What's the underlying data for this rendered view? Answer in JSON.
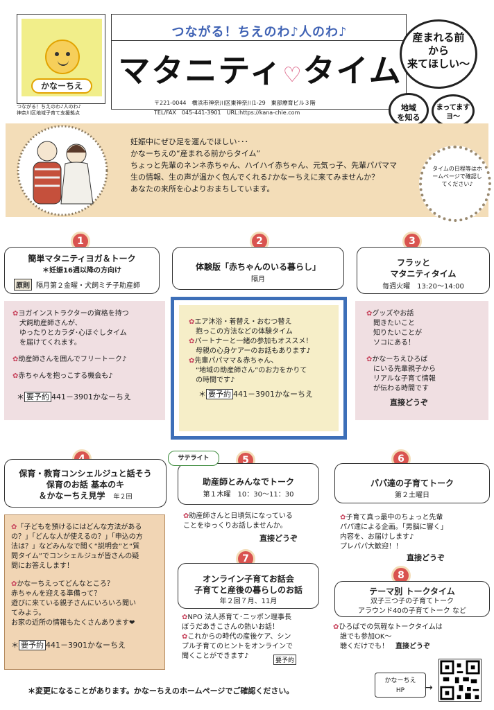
{
  "logo": {
    "name": "かなーちえ",
    "tagline": "つながる！ちえのわ♪人のわ♪",
    "org": "神奈川区地域子育て支援拠点"
  },
  "header": {
    "slogan": "つながる！ちえのわ♪人のわ♪",
    "title_a": "マタニティ",
    "heart": "♡",
    "title_b": "タイム",
    "address": "〒221-0044　横浜市神奈川区東神奈川1-29　東部療育ビル３階",
    "contact": "TEL/FAX　045-441-3901　URL:https://kana-chie.com",
    "circle_big": [
      "産まれる前",
      "から",
      "来てほしい～"
    ],
    "circle_small_1": [
      "地域",
      "を知る"
    ],
    "circle_small_2": [
      "まってます",
      "ヨ～"
    ]
  },
  "intro": {
    "lines": [
      "妊娠中にぜひ足を運んでほしい･･･",
      "かなーちえの“産まれる前からタイム”",
      "ちょっと先輩のネンネ赤ちゃん、ハイハイ赤ちゃん、元気っ子、先輩パパママ",
      "生の情報、生の声が温かく包んでくれる♪かなーちえに来てみませんか？",
      "あなたの来所を心よりおまちしています。"
    ],
    "note": "タイムの日程等はホームページで確認してください♪"
  },
  "cards": {
    "c1": {
      "num": "1",
      "title": "簡単マタニティヨガ＆トーク",
      "note": "＊妊娠16週以降の方向け",
      "tag": "原則",
      "meta": "隔月第２金曜・犬飼ミチ子助産師",
      "items": [
        "ヨガインストラクターの資格を持つ",
        "犬飼助産師さんが、",
        "ゆったりとカラダ･心ほぐしタイム",
        "を届けてくれます。",
        "",
        "助産師さんを囲んでフリートーク♪",
        "",
        "赤ちゃんを抱っこする機会も♪"
      ],
      "resv_prefix": "＊",
      "resv_tag": "要予約",
      "resv_text": "441－3901かなーちえ"
    },
    "c2": {
      "num": "2",
      "title": "体験版「赤ちゃんのいる暮らし」",
      "sub": "隔月",
      "items": [
        "エア沐浴・着替え・おむつ替え",
        "抱っこの方法などの体験タイム",
        "パートナーと一緒の参加もオススメ！",
        "母親の心身ケアーのお話もあります♪",
        "先輩パパママ＆赤ちゃん、",
        "“地域の助産師さん”のお力をかりて",
        "の時間です♪"
      ],
      "resv_prefix": "＊",
      "resv_tag": "要予約",
      "resv_text": "441－3901かなーちえ"
    },
    "c3": {
      "num": "3",
      "title_1": "フラッと",
      "title_2": "マタニティタイム",
      "sub": "毎週火曜　13:20～14:00",
      "items": [
        "グッズやお話",
        "聞きたいこと",
        "知りたいことが",
        "ソコにある！",
        "",
        "かなーちえひろば",
        "にいる先輩親子から",
        "リアルな子育て情報",
        "が伝わる時間です"
      ],
      "direct": "直接どうぞ"
    },
    "c4": {
      "num": "4",
      "title_1": "保育・教育コンシェルジュと話そう",
      "title_2": "保育のお話 基本のキ",
      "title_3": "＆かなーちえ見学",
      "freq": "年２回",
      "items": [
        "「子どもを預けるにはどんな方法がある",
        "の？」「どんな人が使えるの？」「申込の方",
        "法は？」などみんなで聞く“説明会”と“質",
        "問タイム”でコンシェルジュが皆さんの疑",
        "問にお答えします！",
        "",
        "かなーちえってどんなところ？",
        "赤ちゃんを迎える準備って？",
        "遊びに来ている親子さんにいろいろ聞い",
        "てみよう。",
        "お家の近所の情報もたくさんあります❤"
      ],
      "resv_prefix": "＊",
      "resv_tag": "要予約",
      "resv_text": "441－3901かなーちえ"
    },
    "c5": {
      "num": "5",
      "satellite": "サテライト",
      "title": "助産師とみんなでトーク",
      "sub": "第１木曜　10：30～11：30",
      "items": [
        "助産師さんと日頃気になっている",
        "ことをゆっくりお話しませんか。"
      ],
      "direct": "直接どうぞ"
    },
    "c6": {
      "num": "6",
      "title": "パパ達の子育てトーク",
      "sub": "第２土曜日",
      "items": [
        "子育て真っ最中のちょっと先輩",
        "パパ達による企画。「男脳に響く」",
        "内容を、お届けします♪",
        "プレパパ大歓迎！！"
      ],
      "direct": "直接どうぞ"
    },
    "c7": {
      "num": "7",
      "title_1": "オンライン子育てお話会",
      "title_2": "子育てと産後の暮らしのお話",
      "sub": "年２回７月、11月",
      "items": [
        "NPO 法人孫育て･ニッポン理事長",
        "ぼうだあきこさんの熱いお話！",
        "これからの時代の産後ケア、シン",
        "プル子育てのヒントをオンラインで",
        "聞くことができます♪"
      ],
      "resv": "要予約"
    },
    "c8": {
      "num": "8",
      "title": "テーマ別 トークタイム",
      "line_1": "双子三つ子の子育てトーク",
      "line_2": "アラウンド40の子育てトーク など",
      "items": [
        "ひろばでの気軽なトークタイムは",
        "誰でも参加OK～",
        "聴くだけでも！"
      ],
      "direct": "直接どうぞ"
    }
  },
  "footer": {
    "note": "＊変更になることがあります。かなーちえのホームページでご確認ください。",
    "hp_1": "かなーちえ",
    "hp_2": "HP",
    "arrow": "→"
  },
  "colors": {
    "accent_blue": "#3d6fb8",
    "badge_red": "#d9534f",
    "intro_band": "#f3ddb8"
  }
}
